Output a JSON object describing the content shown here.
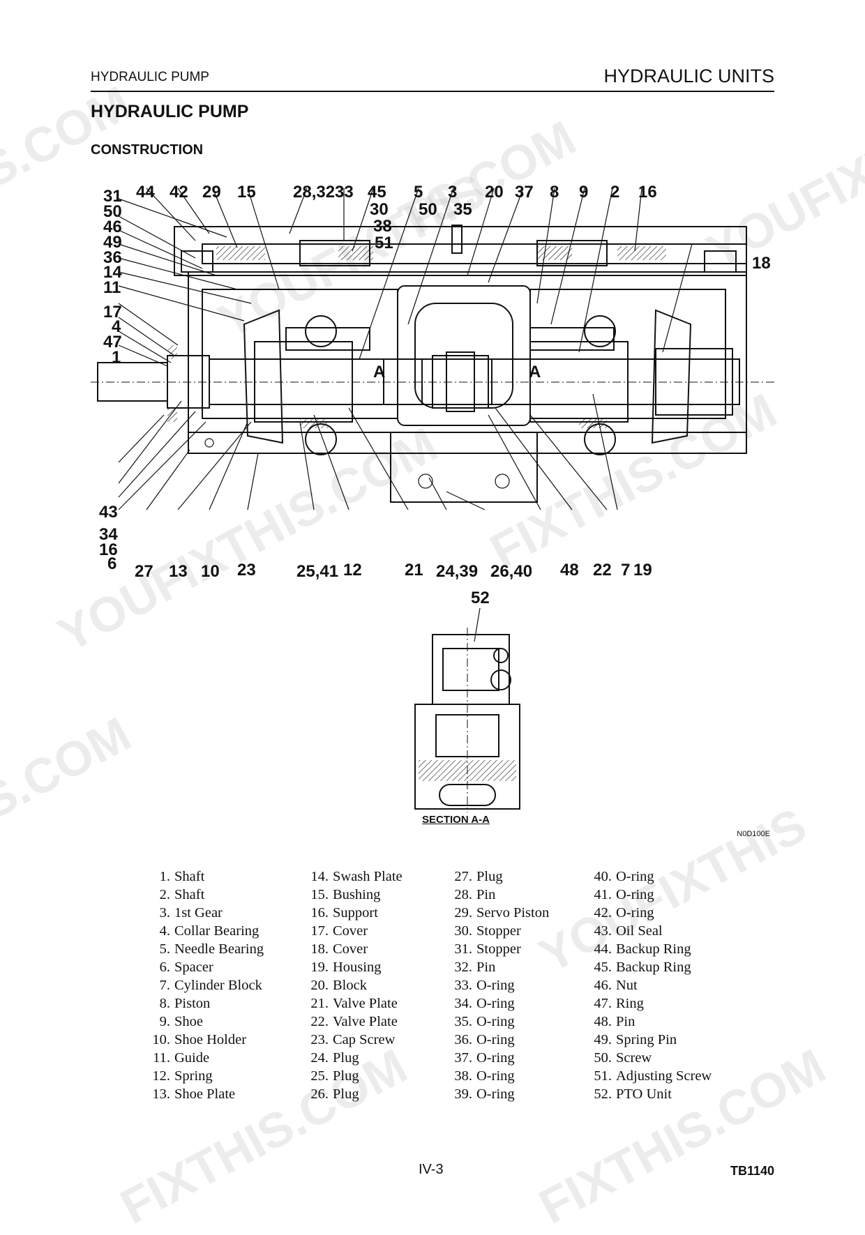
{
  "header": {
    "left": "HYDRAULIC PUMP",
    "right": "HYDRAULIC UNITS"
  },
  "title": "HYDRAULIC PUMP",
  "section": "CONSTRUCTION",
  "diagram": {
    "callouts_top": [
      "31",
      "44",
      "42",
      "29",
      "15",
      "28,32",
      "33",
      "45",
      "5",
      "3",
      "20",
      "37",
      "8",
      "9",
      "2",
      "16"
    ],
    "callouts_top_row2": [
      "30",
      "50",
      "35"
    ],
    "callouts_left": [
      "50",
      "46",
      "49",
      "36",
      "14",
      "11",
      "17",
      "4",
      "47",
      "1"
    ],
    "callouts_mid": [
      "38",
      "51"
    ],
    "callout_right": "18",
    "callouts_left_bottom": [
      "43",
      "34",
      "16",
      "6"
    ],
    "callouts_bottom": [
      "27",
      "13",
      "10",
      "23",
      "25,41",
      "12",
      "21",
      "24,39",
      "26,40",
      "48",
      "22",
      "7",
      "19"
    ],
    "callout_pto": "52",
    "section_marker": "A",
    "section_label": "SECTION A-A",
    "figure_code": "N0D100E"
  },
  "parts_columns": [
    [
      {
        "num": "1.",
        "name": "Shaft"
      },
      {
        "num": "2.",
        "name": "Shaft"
      },
      {
        "num": "3.",
        "name": "1st Gear"
      },
      {
        "num": "4.",
        "name": "Collar Bearing"
      },
      {
        "num": "5.",
        "name": "Needle Bearing"
      },
      {
        "num": "6.",
        "name": "Spacer"
      },
      {
        "num": "7.",
        "name": "Cylinder Block"
      },
      {
        "num": "8.",
        "name": "Piston"
      },
      {
        "num": "9.",
        "name": "Shoe"
      },
      {
        "num": "10.",
        "name": "Shoe Holder"
      },
      {
        "num": "11.",
        "name": "Guide"
      },
      {
        "num": "12.",
        "name": "Spring"
      },
      {
        "num": "13.",
        "name": "Shoe Plate"
      }
    ],
    [
      {
        "num": "14.",
        "name": "Swash Plate"
      },
      {
        "num": "15.",
        "name": "Bushing"
      },
      {
        "num": "16.",
        "name": "Support"
      },
      {
        "num": "17.",
        "name": "Cover"
      },
      {
        "num": "18.",
        "name": "Cover"
      },
      {
        "num": "19.",
        "name": "Housing"
      },
      {
        "num": "20.",
        "name": "Block"
      },
      {
        "num": "21.",
        "name": "Valve Plate"
      },
      {
        "num": "22.",
        "name": "Valve Plate"
      },
      {
        "num": "23.",
        "name": "Cap Screw"
      },
      {
        "num": "24.",
        "name": "Plug"
      },
      {
        "num": "25.",
        "name": "Plug"
      },
      {
        "num": "26.",
        "name": "Plug"
      }
    ],
    [
      {
        "num": "27.",
        "name": "Plug"
      },
      {
        "num": "28.",
        "name": "Pin"
      },
      {
        "num": "29.",
        "name": "Servo Piston"
      },
      {
        "num": "30.",
        "name": "Stopper"
      },
      {
        "num": "31.",
        "name": "Stopper"
      },
      {
        "num": "32.",
        "name": "Pin"
      },
      {
        "num": "33.",
        "name": "O-ring"
      },
      {
        "num": "34.",
        "name": "O-ring"
      },
      {
        "num": "35.",
        "name": "O-ring"
      },
      {
        "num": "36.",
        "name": "O-ring"
      },
      {
        "num": "37.",
        "name": "O-ring"
      },
      {
        "num": "38.",
        "name": "O-ring"
      },
      {
        "num": "39.",
        "name": "O-ring"
      }
    ],
    [
      {
        "num": "40.",
        "name": "O-ring"
      },
      {
        "num": "41.",
        "name": "O-ring"
      },
      {
        "num": "42.",
        "name": "O-ring"
      },
      {
        "num": "43.",
        "name": "Oil Seal"
      },
      {
        "num": "44.",
        "name": "Backup Ring"
      },
      {
        "num": "45.",
        "name": "Backup Ring"
      },
      {
        "num": "46.",
        "name": "Nut"
      },
      {
        "num": "47.",
        "name": "Ring"
      },
      {
        "num": "48.",
        "name": "Pin"
      },
      {
        "num": "49.",
        "name": "Spring Pin"
      },
      {
        "num": "50.",
        "name": "Screw"
      },
      {
        "num": "51.",
        "name": "Adjusting Screw"
      },
      {
        "num": "52.",
        "name": "PTO Unit"
      }
    ]
  ],
  "footer": {
    "page_number": "IV-3",
    "doc_code": "TB1140"
  },
  "watermarks": [
    "S.COM",
    "TS.COM",
    "YOUFIXTHIS",
    "YOUFIXTHIS",
    "FIXTHIS.COM",
    "YOUFIXTHIS.COM",
    "S.COM",
    "YOUFIXTHIS",
    "FIXTHIS.COM",
    "FIXTHIS.COM"
  ]
}
